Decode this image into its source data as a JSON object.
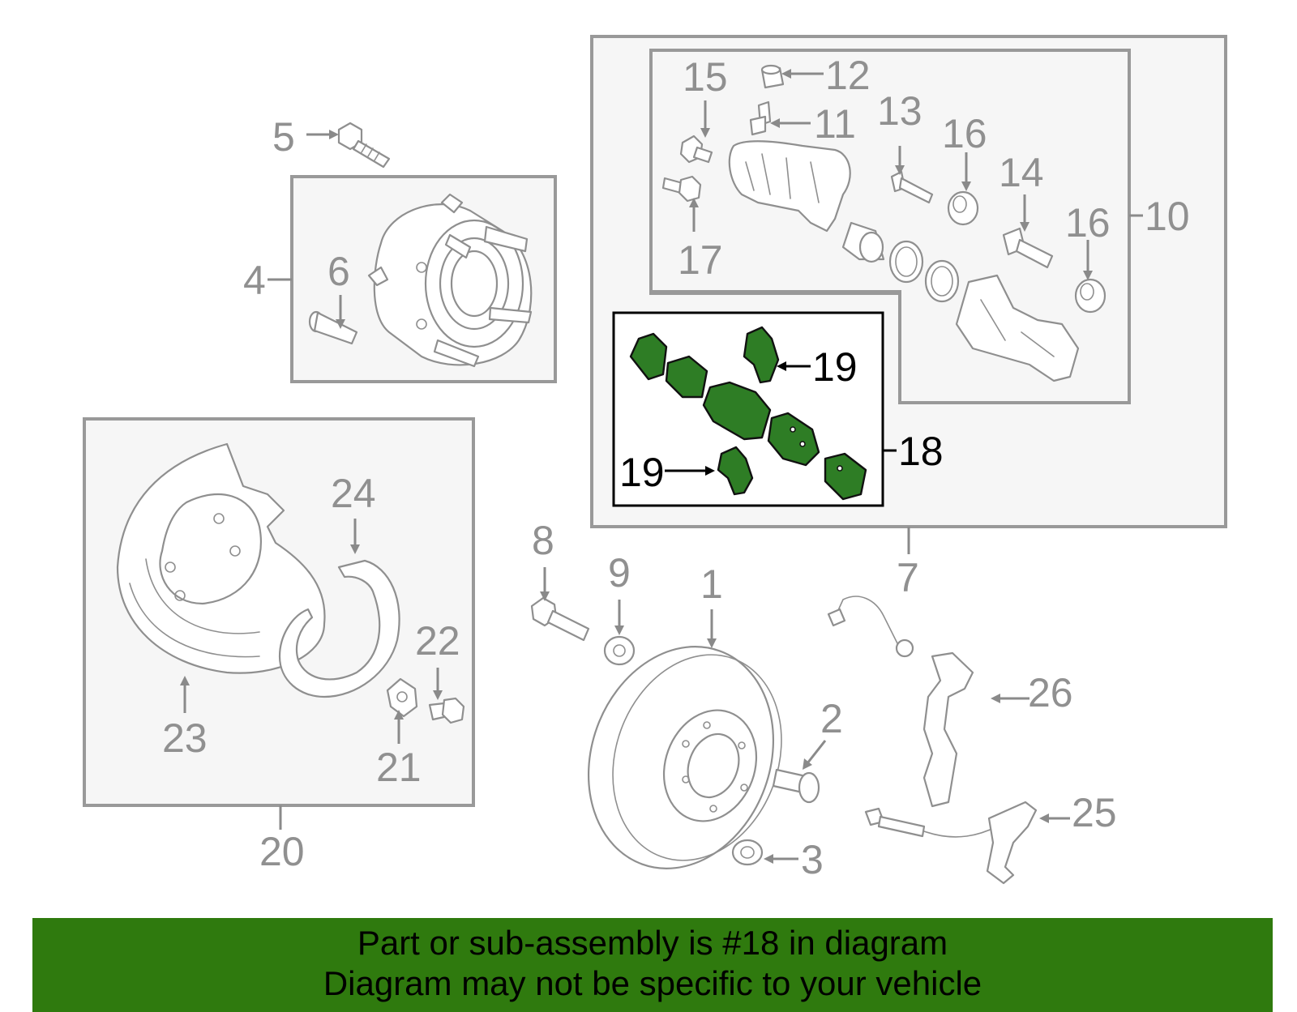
{
  "labels": {
    "n1": "1",
    "n2": "2",
    "n3": "3",
    "n4": "4",
    "n5": "5",
    "n6": "6",
    "n7": "7",
    "n8": "8",
    "n9": "9",
    "n10": "10",
    "n11": "11",
    "n12": "12",
    "n13": "13",
    "n14": "14",
    "n15": "15",
    "n16a": "16",
    "n16b": "16",
    "n17": "17",
    "n18": "18",
    "n19a": "19",
    "n19b": "19",
    "n20": "20",
    "n21": "21",
    "n22": "22",
    "n23": "23",
    "n24": "24",
    "n25": "25",
    "n26": "26"
  },
  "highlight": {
    "part_number": "18",
    "color": "#2e7d25"
  },
  "banner": {
    "line1": "Part or sub-assembly is #18 in diagram",
    "line2": "Diagram may not be specific to your vehicle",
    "background": "#2f7a0e"
  }
}
